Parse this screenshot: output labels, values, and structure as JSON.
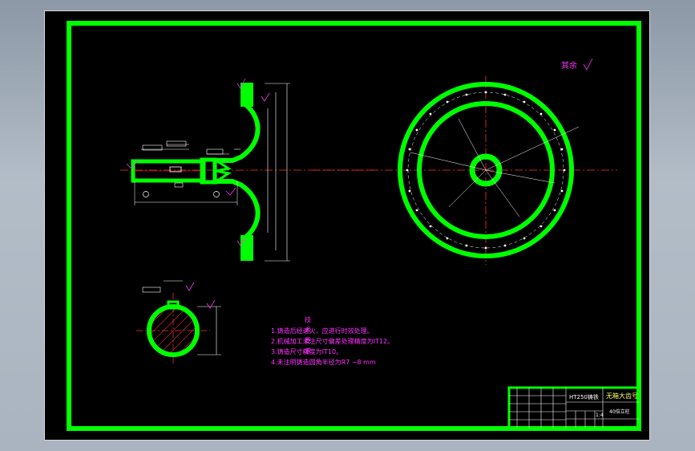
{
  "notes": {
    "heading": "技术要求",
    "lines": [
      "1.铸造后经退火，应进行时效处理。",
      "2.机械加工未注尺寸偏差处理精度为IT12。",
      "3.铸造尺寸精度为IT10。",
      "4.未注明铸造圆角半径为R7 ~8 mm"
    ]
  },
  "surface_note": "其余",
  "title_block": {
    "material": "HT250铸铁",
    "title": "无箱大齿号",
    "subtitle": "40倍立柱",
    "scale": "1:4"
  },
  "colors": {
    "outline": "#00ff00",
    "frame": "#00ff00",
    "centerline": "#ff3333",
    "dimension": "#ffffff",
    "notes": "#ff33ff",
    "hatch": "#ff3333",
    "background": "#000000"
  }
}
